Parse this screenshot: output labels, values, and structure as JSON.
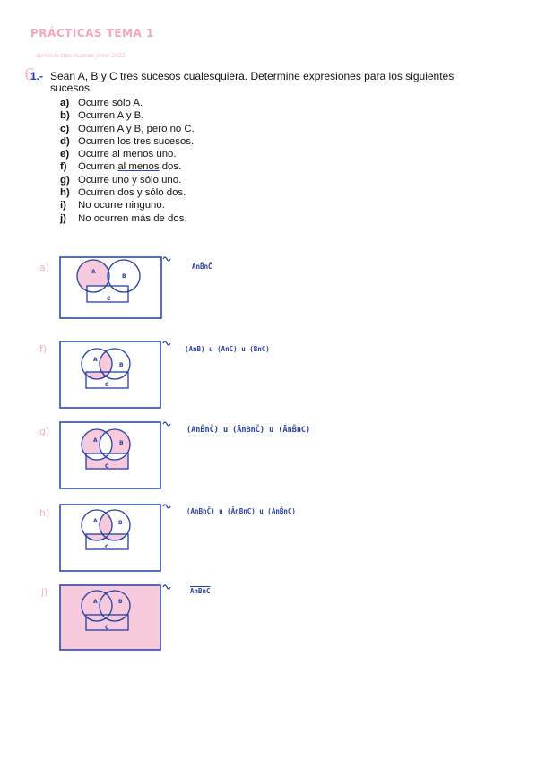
{
  "header": {
    "title": "PRÁCTICAS TEMA 1",
    "subtitle": "ejercicio tipo examen junio 2022"
  },
  "question": {
    "number": "1.-",
    "text_line1": "Sean A, B y C tres sucesos cualesquiera. Determine expresiones para los siguientes",
    "text_line2": "sucesos:",
    "items": [
      {
        "key": "a)",
        "text": "Ocurre sólo A."
      },
      {
        "key": "b)",
        "text": "Ocurren A y B."
      },
      {
        "key": "c)",
        "text": "Ocurren A y B, pero no C."
      },
      {
        "key": "d)",
        "text": "Ocurren los tres sucesos."
      },
      {
        "key": "e)",
        "text": "Ocurre al menos uno."
      },
      {
        "key": "f)",
        "text_pre": "Ocurren ",
        "text_underlined": "al menos",
        "text_post": " dos."
      },
      {
        "key": "g)",
        "text": "Ocurre uno y sólo uno."
      },
      {
        "key": "h)",
        "text": "Ocurren dos y sólo dos."
      },
      {
        "key": "i)",
        "text": "No ocurre ninguno."
      },
      {
        "key": "j)",
        "text": "No ocurren más de dos."
      }
    ]
  },
  "answers": [
    {
      "label": "a)",
      "expression": "AnB̄nC̄"
    },
    {
      "label": "f)",
      "expression": "(AnB) u (AnC) u (BnC)"
    },
    {
      "label": "g)",
      "expression": "(AnB̄nC̄) u (ĀnBnC̄) u (ĀnB̄nC)"
    },
    {
      "label": "h)",
      "expression": "(AnBnC̄) u (ĀnBnC) u (AnB̄nC)"
    },
    {
      "label": "j)",
      "expression": "AnBnC"
    }
  ],
  "venn_labels": {
    "a": "A",
    "b": "B",
    "c": "C"
  },
  "colors": {
    "ink_blue": "#263f9b",
    "shade_pink": "#f6c9dc",
    "heading_pink": "#f2a6bf"
  }
}
